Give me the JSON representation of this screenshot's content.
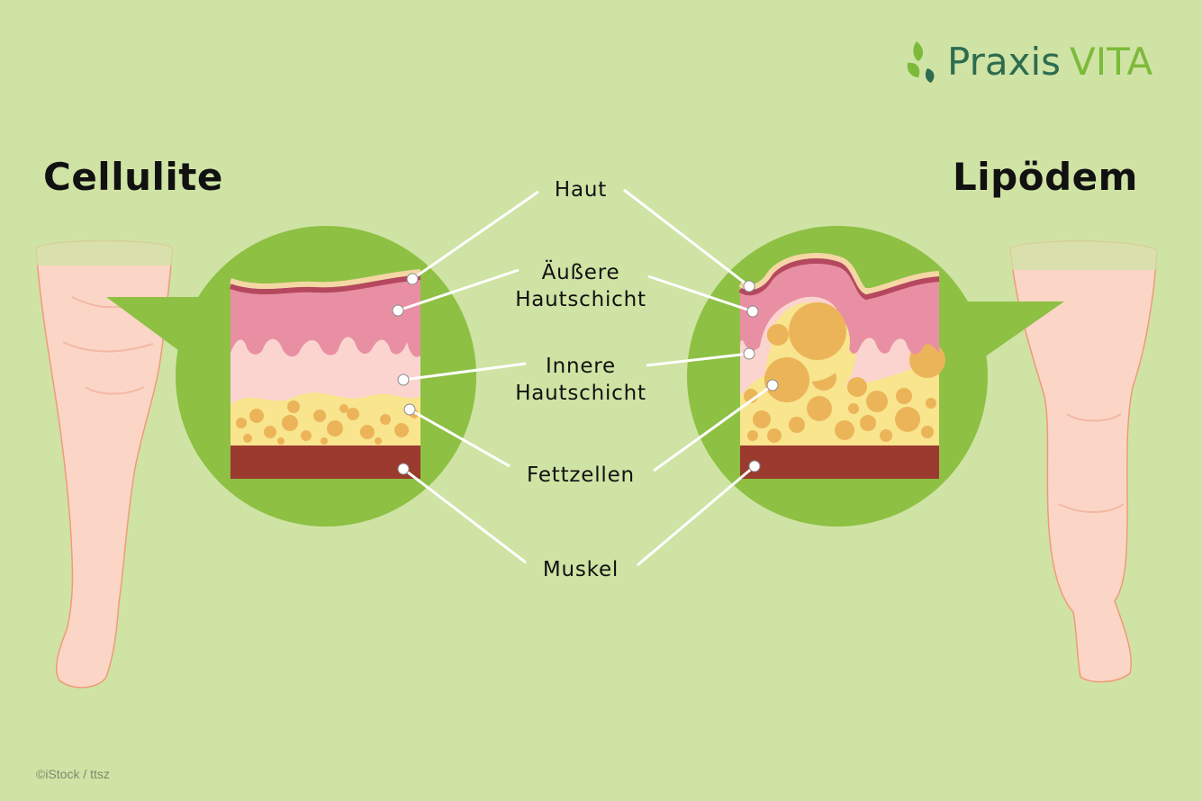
{
  "titles": {
    "left": "Cellulite",
    "right": "Lipödem"
  },
  "labels": {
    "haut": "Haut",
    "aeussere_1": "Äußere",
    "aeussere_2": "Hautschicht",
    "innere_1": "Innere",
    "innere_2": "Hautschicht",
    "fettzellen": "Fettzellen",
    "muskel": "Muskel"
  },
  "logo": {
    "part1": "Praxis",
    "part2": "VITA"
  },
  "credit": "©iStock / ttsz",
  "colors": {
    "background": "#cfe3a4",
    "circle": "#8dc043",
    "skin_surface": "#f5d7a5",
    "outer_layer": "#e98fa4",
    "outer_layer_edge": "#b5485f",
    "inner_layer": "#fbd4cf",
    "fat_layer": "#f8e58e",
    "fat_cell": "#ecb459",
    "muscle": "#9b3a2e",
    "leg": "#fbd6c7",
    "logo_dark": "#2e6c4f",
    "logo_light": "#7cba3a"
  }
}
